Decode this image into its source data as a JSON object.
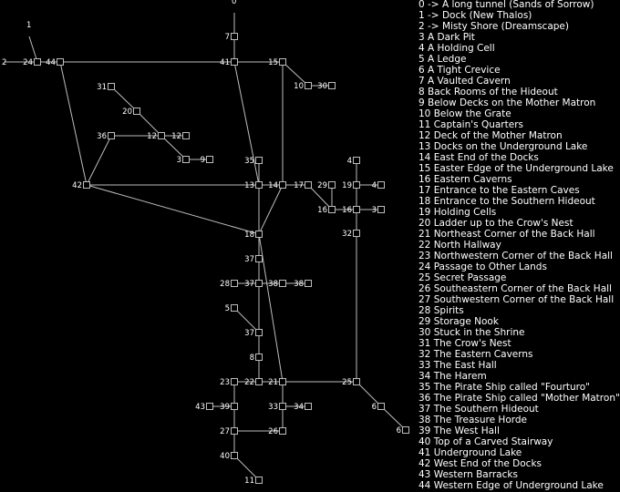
{
  "colors": {
    "background": "#000000",
    "line": "#bdbdbd",
    "box": "#bdbdbd",
    "label": "#ffffff"
  },
  "legend": [
    "0 -> A long tunnel (Sands of Sorrow)",
    "1 -> Dock (New Thalos)",
    "2 -> Misty Shore (Dreamscape)",
    "3 A Dark Pit",
    "4 A Holding Cell",
    "5 A Ledge",
    "6 A Tight Crevice",
    "7 A Vaulted Cavern",
    "8 Back Rooms of the Hideout",
    "9 Below Decks on the Mother Matron",
    "10 Below the Grate",
    "11 Captain's Quarters",
    "12 Deck of the Mother Matron",
    "13 Docks on the Underground Lake",
    "14 East End of the Docks",
    "15 Easter Edge of the Underground Lake",
    "16 Eastern Caverns",
    "17 Entrance to the Eastern Caves",
    "18 Entrance to the Southern Hideout",
    "19 Holding Cells",
    "20 Ladder up to the Crow's Nest",
    "21 Northeast Corner of the Back Hall",
    "22 North Hallway",
    "23 Northwestern Corner of the Back Hall",
    "24 Passage to Other Lands",
    "25 Secret Passage",
    "26 Southeastern Corner of the Back Hall",
    "27 Southwestern Corner of the Back Hall",
    "28 Spirits",
    "29 Storage Nook",
    "30 Stuck in the Shrine",
    "31 The Crow's Nest",
    "32 The Eastern Caverns",
    "33 The East Hall",
    "34 The Harem",
    "35 The Pirate Ship called \"Fourturo\"",
    "36 The Pirate Ship called \"Mother Matron\"",
    "37 The Southern Hideout",
    "38 The Treasure Horde",
    "39 The West Hall",
    "40 Top of a Carved Stairway",
    "41 Underground Lake",
    "42 West End of the Docks",
    "43 Western Barracks",
    "44 Western Edge of Underground Lake"
  ],
  "nodes": [
    {
      "id": "0",
      "label": "0"
    },
    {
      "id": "1",
      "label": "1"
    },
    {
      "id": "2",
      "label": "2"
    },
    {
      "id": "24",
      "label": "24"
    },
    {
      "id": "44",
      "label": "44"
    },
    {
      "id": "41",
      "label": "41"
    },
    {
      "id": "7",
      "label": "7"
    },
    {
      "id": "15",
      "label": "15"
    },
    {
      "id": "10",
      "label": "10"
    },
    {
      "id": "30",
      "label": "30"
    },
    {
      "id": "31",
      "label": "31"
    },
    {
      "id": "20",
      "label": "20"
    },
    {
      "id": "36",
      "label": "36"
    },
    {
      "id": "12a",
      "label": "12"
    },
    {
      "id": "12b",
      "label": "12"
    },
    {
      "id": "3a",
      "label": "3"
    },
    {
      "id": "9",
      "label": "9"
    },
    {
      "id": "35",
      "label": "35"
    },
    {
      "id": "42",
      "label": "42"
    },
    {
      "id": "13",
      "label": "13"
    },
    {
      "id": "14",
      "label": "14"
    },
    {
      "id": "17",
      "label": "17"
    },
    {
      "id": "29",
      "label": "29"
    },
    {
      "id": "19",
      "label": "19"
    },
    {
      "id": "4a",
      "label": "4"
    },
    {
      "id": "4b",
      "label": "4"
    },
    {
      "id": "16a",
      "label": "16"
    },
    {
      "id": "16b",
      "label": "16"
    },
    {
      "id": "3b",
      "label": "3"
    },
    {
      "id": "32",
      "label": "32"
    },
    {
      "id": "18",
      "label": "18"
    },
    {
      "id": "37a",
      "label": "37"
    },
    {
      "id": "28",
      "label": "28"
    },
    {
      "id": "37b",
      "label": "37"
    },
    {
      "id": "38a",
      "label": "38"
    },
    {
      "id": "38b",
      "label": "38"
    },
    {
      "id": "5",
      "label": "5"
    },
    {
      "id": "37c",
      "label": "37"
    },
    {
      "id": "8",
      "label": "8"
    },
    {
      "id": "23",
      "label": "23"
    },
    {
      "id": "22",
      "label": "22"
    },
    {
      "id": "21",
      "label": "21"
    },
    {
      "id": "25",
      "label": "25"
    },
    {
      "id": "43",
      "label": "43"
    },
    {
      "id": "39",
      "label": "39"
    },
    {
      "id": "33",
      "label": "33"
    },
    {
      "id": "34",
      "label": "34"
    },
    {
      "id": "6a",
      "label": "6"
    },
    {
      "id": "6b",
      "label": "6"
    },
    {
      "id": "27",
      "label": "27"
    },
    {
      "id": "26",
      "label": "26"
    },
    {
      "id": "40",
      "label": "40"
    },
    {
      "id": "11",
      "label": "11"
    }
  ],
  "edges": [
    [
      "2",
      "24"
    ],
    [
      "1",
      "24"
    ],
    [
      "24",
      "44"
    ],
    [
      "44",
      "41"
    ],
    [
      "41",
      "15"
    ],
    [
      "0",
      "7"
    ],
    [
      "7",
      "41"
    ],
    [
      "15",
      "10"
    ],
    [
      "10",
      "30"
    ],
    [
      "31",
      "20"
    ],
    [
      "20",
      "12a"
    ],
    [
      "36",
      "12a"
    ],
    [
      "12a",
      "12b"
    ],
    [
      "12a",
      "3a"
    ],
    [
      "3a",
      "9"
    ],
    [
      "44",
      "42"
    ],
    [
      "36",
      "42"
    ],
    [
      "42",
      "13"
    ],
    [
      "41",
      "13"
    ],
    [
      "35",
      "13"
    ],
    [
      "13",
      "14"
    ],
    [
      "14",
      "17"
    ],
    [
      "17",
      "16a"
    ],
    [
      "16a",
      "16b"
    ],
    [
      "29",
      "16a"
    ],
    [
      "19",
      "4b"
    ],
    [
      "19",
      "16b"
    ],
    [
      "4a",
      "19"
    ],
    [
      "16b",
      "3b"
    ],
    [
      "32",
      "16b"
    ],
    [
      "15",
      "14"
    ],
    [
      "14",
      "18"
    ],
    [
      "13",
      "18"
    ],
    [
      "42",
      "18"
    ],
    [
      "18",
      "37a"
    ],
    [
      "37a",
      "37b"
    ],
    [
      "28",
      "37b"
    ],
    [
      "37b",
      "38a"
    ],
    [
      "38a",
      "38b"
    ],
    [
      "37b",
      "37c"
    ],
    [
      "5",
      "37c"
    ],
    [
      "37c",
      "8"
    ],
    [
      "8",
      "22"
    ],
    [
      "23",
      "22"
    ],
    [
      "22",
      "21"
    ],
    [
      "21",
      "25"
    ],
    [
      "32",
      "25"
    ],
    [
      "25",
      "6a"
    ],
    [
      "6a",
      "6b"
    ],
    [
      "23",
      "39"
    ],
    [
      "43",
      "39"
    ],
    [
      "21",
      "33"
    ],
    [
      "33",
      "34"
    ],
    [
      "33",
      "26"
    ],
    [
      "39",
      "27"
    ],
    [
      "27",
      "26"
    ],
    [
      "27",
      "40"
    ],
    [
      "40",
      "11"
    ],
    [
      "21",
      "18"
    ]
  ]
}
